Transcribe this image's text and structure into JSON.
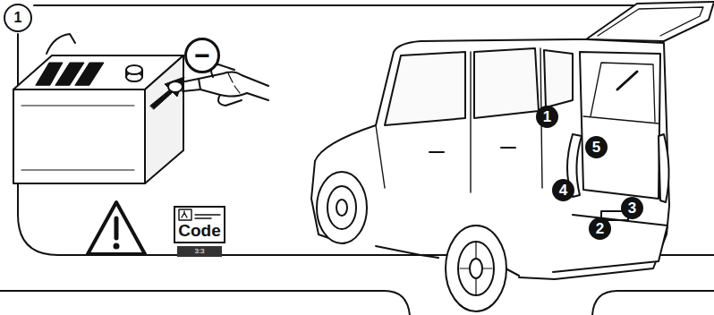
{
  "diagram": {
    "nodes": [
      {
        "text": [
          "1"
        ]
      },
      {
        "text": [
          "−"
        ]
      },
      {
        "text": [
          "Code"
        ]
      },
      {
        "text": [
          "3:3"
        ]
      },
      {
        "text": [
          "1"
        ]
      },
      {
        "text": [
          "5"
        ]
      },
      {
        "text": [
          "4"
        ]
      },
      {
        "text": [
          "3"
        ]
      },
      {
        "text": [
          "2"
        ]
      }
    ]
  }
}
